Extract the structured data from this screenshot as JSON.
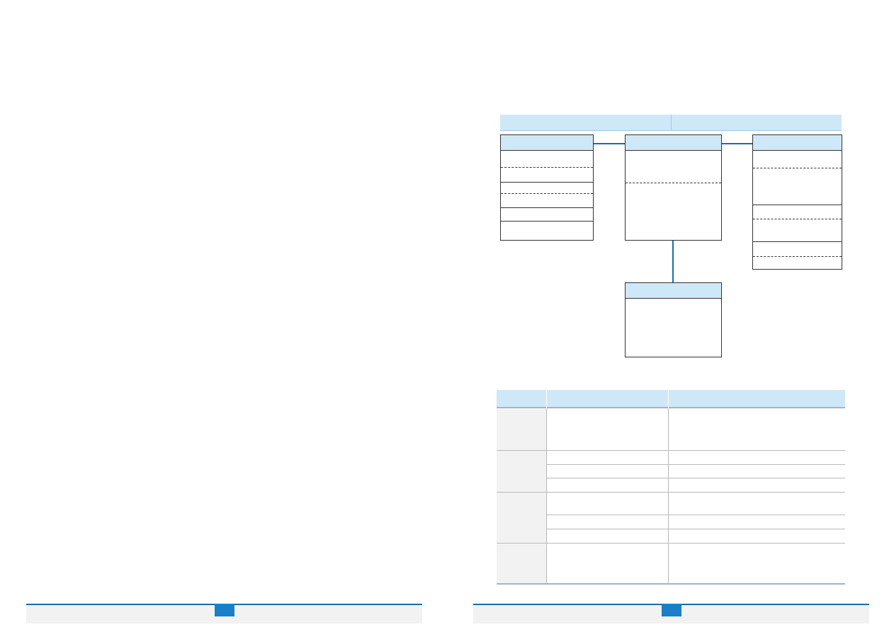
{
  "colors": {
    "accent": "#1a6ea8",
    "header_fill": "#cfe8f7",
    "footer_tab": "#1a7fc7",
    "table_group_fill": "#f2f2f2"
  },
  "header_band": {
    "left": "",
    "right": ""
  },
  "entities": [
    {
      "name": "entity-left",
      "title": "",
      "rows": [
        "",
        "",
        "",
        "",
        "",
        ""
      ]
    },
    {
      "name": "entity-center",
      "title": "",
      "rows": [
        "",
        ""
      ]
    },
    {
      "name": "entity-right",
      "title": "",
      "rows": [
        "",
        "",
        "",
        "",
        "",
        "",
        ""
      ]
    },
    {
      "name": "entity-bottom",
      "title": "",
      "rows": [
        ""
      ]
    }
  ],
  "table": {
    "headers": [
      "",
      "",
      ""
    ],
    "groups": [
      {
        "label": "",
        "rows": [
          [
            "",
            ""
          ]
        ]
      },
      {
        "label": "",
        "rows": [
          [
            "",
            ""
          ],
          [
            "",
            ""
          ],
          [
            "",
            ""
          ]
        ]
      },
      {
        "label": "",
        "rows": [
          [
            "",
            ""
          ],
          [
            "",
            ""
          ],
          [
            "",
            ""
          ]
        ]
      },
      {
        "label": "",
        "rows": [
          [
            "",
            ""
          ]
        ]
      }
    ]
  },
  "footer": {
    "left_page_number": "",
    "right_page_number": ""
  }
}
